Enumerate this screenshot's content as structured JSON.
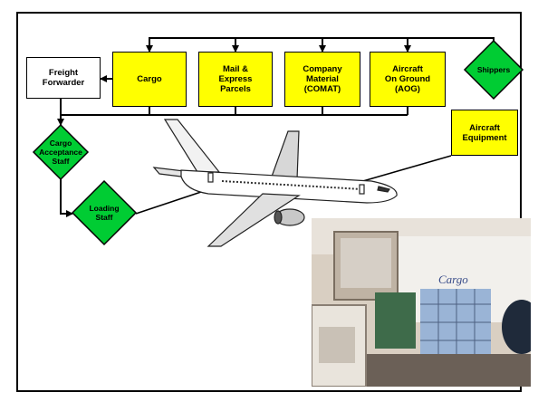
{
  "nodes": {
    "freight_forwarder": "Freight\nForwarder",
    "cargo": "Cargo",
    "mail": "Mail &\nExpress\nParcels",
    "comat": "Company\nMaterial\n(COMAT)",
    "aog": "Aircraft\nOn Ground\n(AOG)",
    "shippers": "Shippers",
    "cargo_acceptance": "Cargo\nAcceptance\nStaff",
    "loading_staff": "Loading\nStaff",
    "aircraft_equipment": "Aircraft\nEquipment"
  },
  "photo": {
    "livery_text": "Cargo"
  },
  "colors": {
    "yellow": "#ffff00",
    "green": "#00cc33",
    "line": "#000000"
  },
  "icons": {
    "aircraft": "airplane-illustration",
    "photo": "cargo-loading-photo"
  }
}
